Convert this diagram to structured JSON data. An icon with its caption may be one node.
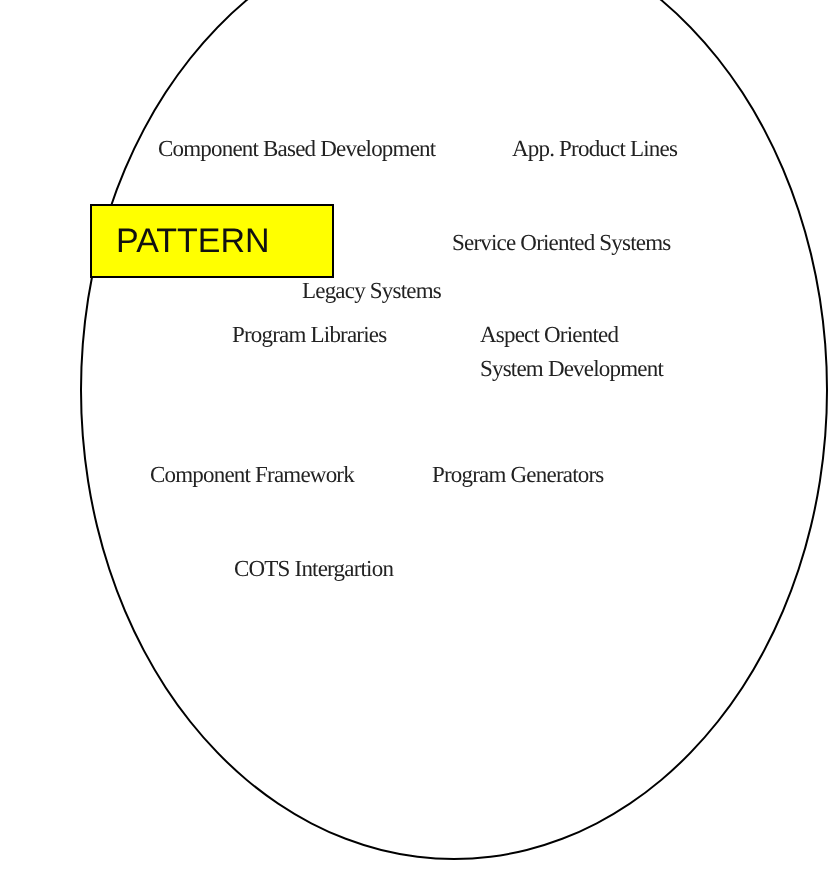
{
  "diagram": {
    "nodes": [
      {
        "text": [],
        "shape": "circle"
      },
      {
        "text": [
          "PATTERN"
        ],
        "in": 0
      }
    ],
    "labels": [
      "Component Based Development",
      "App. Product Lines",
      "Service Oriented Systems",
      "Legacy Systems",
      "Program Libraries",
      "Aspect Oriented System Development",
      "Component Framework",
      "Program Generators",
      "COTS Intergartion"
    ]
  }
}
